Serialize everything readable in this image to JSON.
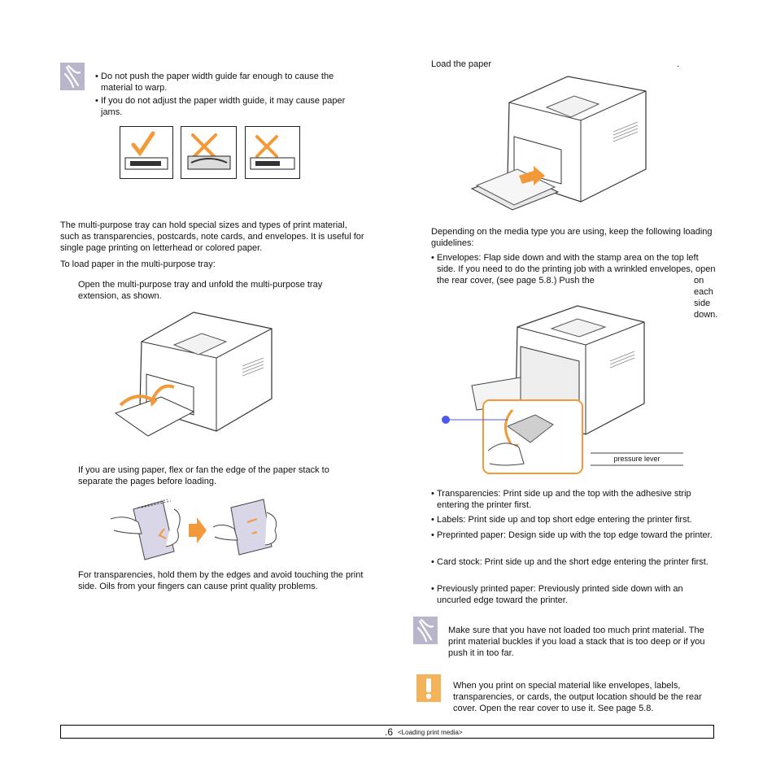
{
  "left_note": {
    "icon": "note-icon",
    "bullets": [
      "Do not push the paper width guide far enough to cause the material to warp.",
      "If you do not adjust the paper width guide, it may cause paper jams."
    ],
    "guide_figures": [
      "checkmark-icon",
      "cross-icon",
      "cross-icon"
    ]
  },
  "intro": "The multi-purpose tray can hold special sizes and types of print material, such as transparencies, postcards, note cards, and envelopes. It is useful for single page printing on letterhead or colored paper.",
  "to_load": "To load paper in the multi-purpose tray:",
  "step1": "Open the multi-purpose tray and unfold the multi-purpose tray extension, as shown.",
  "step2": "If you are using paper, flex or fan the edge of the paper stack to separate the pages before loading.",
  "transparency_tip": "For transparencies, hold them by the edges and avoid touching the print side. Oils from your fingers can cause print quality problems.",
  "load_paper": {
    "text": "Load the paper",
    "trailing": "."
  },
  "guidelines_intro": "Depending on the media type you are using, keep the following loading guidelines:",
  "envelopes": {
    "before": "Envelopes: Flap side down and with the stamp area on the top left side. If you need to do the printing job with a wrinkled envelopes, open the rear cover, (see page 5.8.) Push the",
    "after": "on each side down."
  },
  "callout_label": "pressure lever",
  "media_bullets": [
    "Transparencies: Print side up and the top with the adhesive strip entering the printer first.",
    "Labels: Print side up and top short edge entering the printer first.",
    "Preprinted paper: Design side up with the top edge toward the printer.",
    "Card stock: Print side up and the short edge entering the printer first.",
    "Previously printed paper: Previously printed side down with an uncurled edge toward the printer."
  ],
  "note2": {
    "icon": "note-icon",
    "text": "Make sure that you have not loaded too much print material. The print material buckles if you load a stack that is too deep or if you push it in too far."
  },
  "caution": {
    "icon": "exclamation-icon",
    "text": "When you print on special material like envelopes, labels, transparencies, or cards, the output location should be the rear cover. Open the rear cover to use it. See page 5.8."
  },
  "footer": {
    "page": ".6",
    "section": "<Loading print media>"
  },
  "colors": {
    "note_icon": "#b9b6cc",
    "warning_icon": "#f3b35a",
    "accent_orange": "#f29a3a",
    "callout_blue": "#4f58f0"
  }
}
